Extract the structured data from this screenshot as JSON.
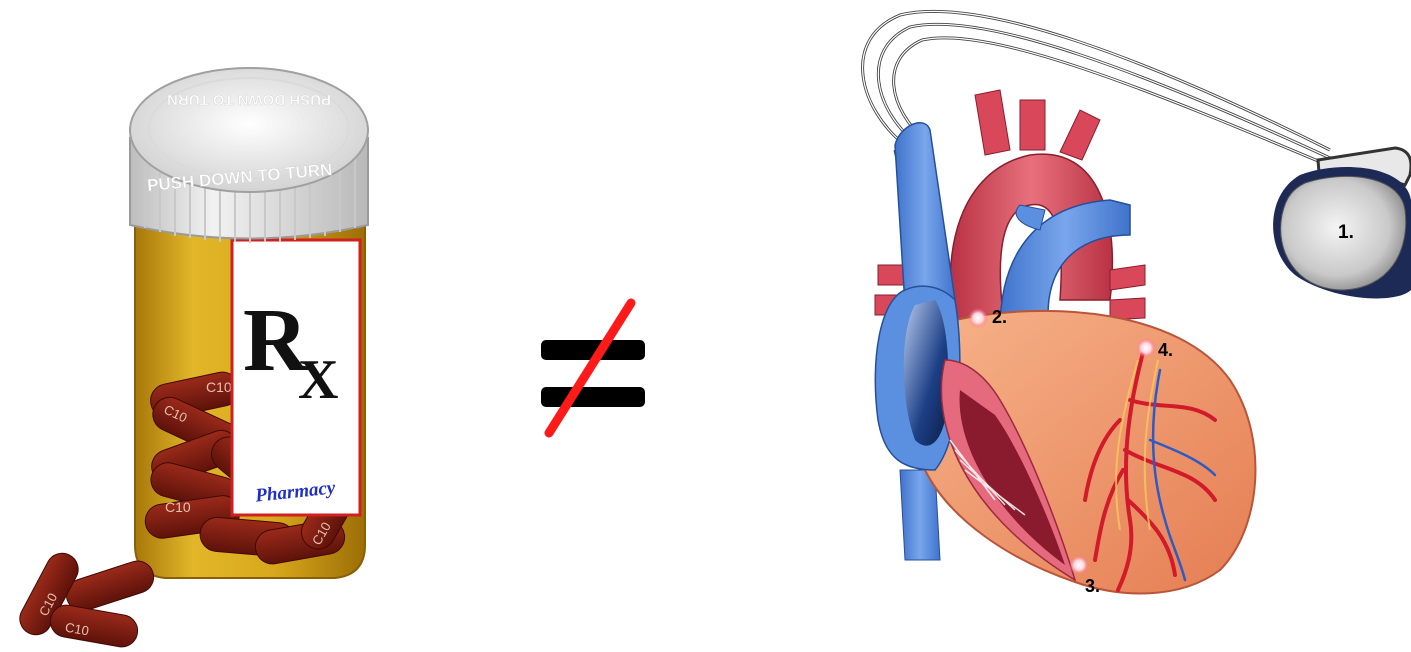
{
  "pill_bottle": {
    "cap_text_top": "PUSH DOWN TO TURN",
    "cap_text_front": "PUSH DOWN TO TURN",
    "rx_symbol": "Rx",
    "rx_letter_r": "R",
    "rx_letter_x": "X",
    "label_text": "Pharmacy",
    "pill_marking": "C10"
  },
  "comparison": {
    "symbol_meaning": "not equal",
    "strike_color": "#ff1a1a",
    "bar_color": "#000000"
  },
  "pacemaker_diagram": {
    "labels": {
      "one": "1.",
      "two": "2.",
      "three": "3.",
      "four": "4."
    }
  },
  "colors": {
    "bottle": "#d9a81c",
    "cap": "#e6e6e6",
    "pill": "#7a1a10",
    "vein": "#5b8fe0",
    "artery": "#d9485a",
    "heart_muscle": "#f29a6e"
  }
}
